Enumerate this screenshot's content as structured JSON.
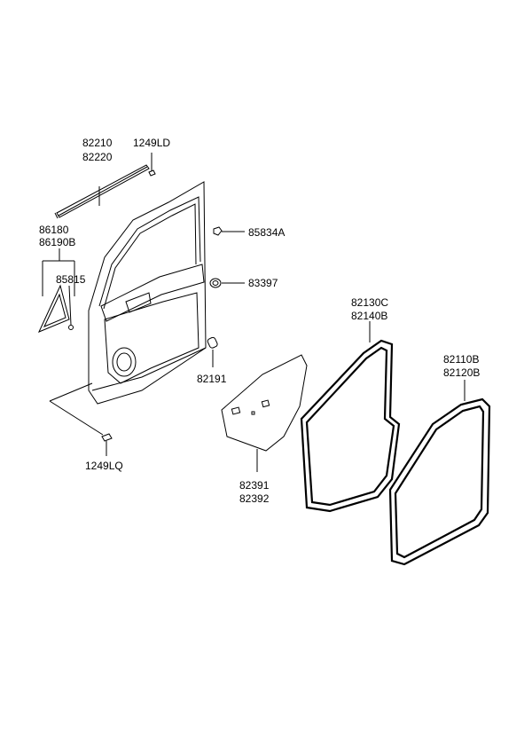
{
  "labels": {
    "beltline_molding": [
      "82210",
      "82220"
    ],
    "bolt_top": "1249LD",
    "mirror_cover": [
      "86180",
      "86190B"
    ],
    "clip_inner": "85815",
    "clip_trim": "85834A",
    "grommet": "83397",
    "bumper": "82191",
    "bolt_bottom": "1249LQ",
    "sealing_cover": [
      "82391",
      "82392"
    ],
    "weatherstrip_door": [
      "82130C",
      "82140B"
    ],
    "weatherstrip_body": [
      "82110B",
      "82120B"
    ]
  }
}
